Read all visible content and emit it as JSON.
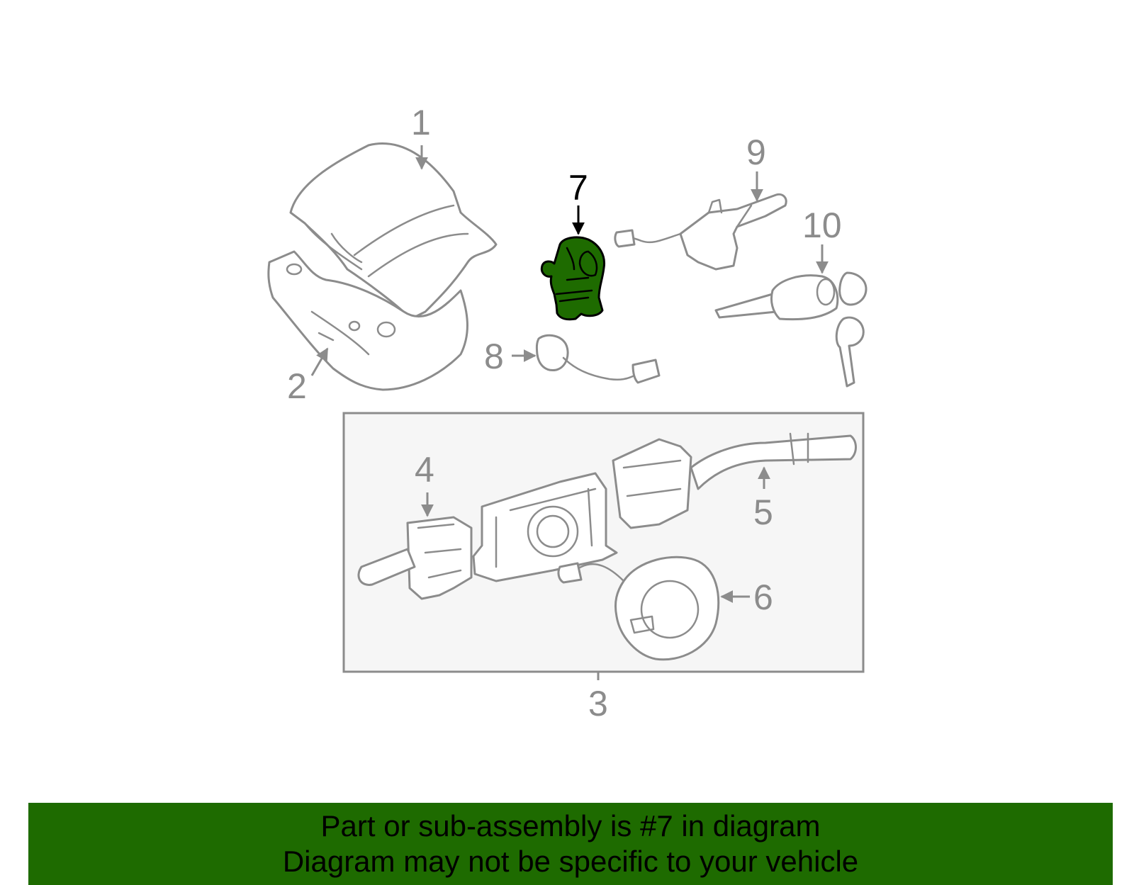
{
  "diagram": {
    "callouts": {
      "c1": "1",
      "c2": "2",
      "c3": "3",
      "c4": "4",
      "c5": "5",
      "c6": "6",
      "c7": "7",
      "c8": "8",
      "c9": "9",
      "c10": "10"
    },
    "highlighted_part": "7",
    "highlight_color": "#1e6b00"
  },
  "footer": {
    "line1": "Part or sub-assembly is #7 in diagram",
    "line2": "Diagram may not be specific to your vehicle"
  }
}
